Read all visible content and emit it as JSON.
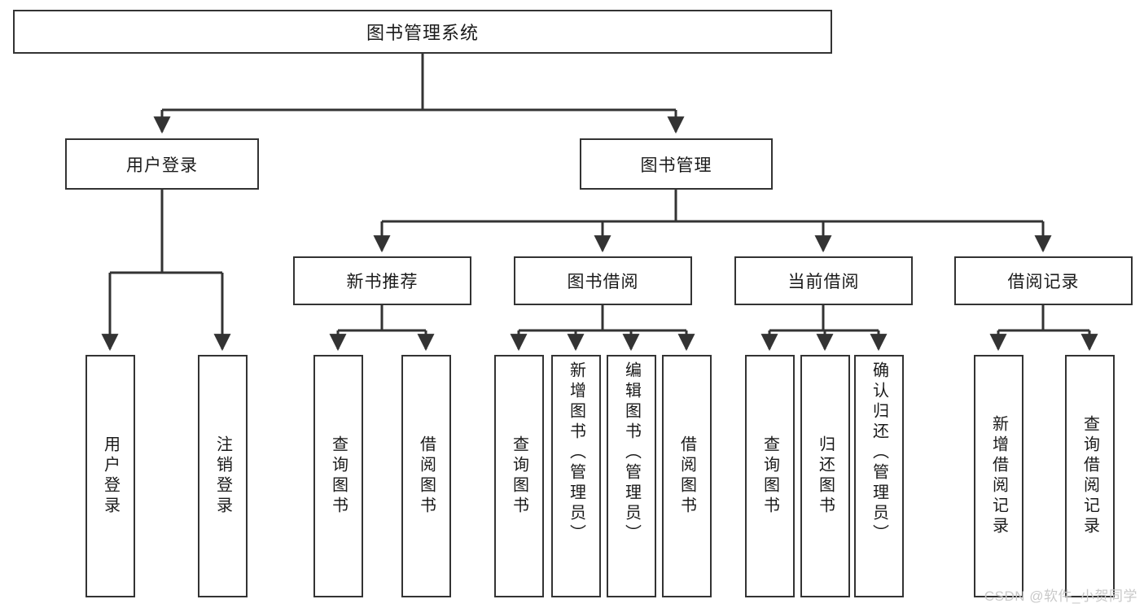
{
  "diagram": {
    "type": "tree-hierarchy",
    "title": "图书管理系统",
    "watermark": "CSDN @软件_小贺同学",
    "colors": {
      "box_border": "#333333",
      "box_fill": "#ffffff",
      "connector": "#333333",
      "text": "#1a1a1a",
      "watermark": "#c9c9c9"
    },
    "levels": {
      "level1": [
        {
          "id": "root",
          "label": "图书管理系统"
        }
      ],
      "level2": [
        {
          "id": "user-login",
          "label": "用户登录",
          "parent": "root"
        },
        {
          "id": "book-manage",
          "label": "图书管理",
          "parent": "root"
        }
      ],
      "level3": [
        {
          "id": "new-book-rec",
          "label": "新书推荐",
          "parent": "book-manage"
        },
        {
          "id": "book-borrow",
          "label": "图书借阅",
          "parent": "book-manage"
        },
        {
          "id": "current-borrow",
          "label": "当前借阅",
          "parent": "book-manage"
        },
        {
          "id": "borrow-record",
          "label": "借阅记录",
          "parent": "book-manage"
        }
      ],
      "leaves": [
        {
          "id": "leaf-user-login",
          "label": "用户登录",
          "parent": "user-login"
        },
        {
          "id": "leaf-user-logout",
          "label": "注销登录",
          "parent": "user-login"
        },
        {
          "id": "leaf-rec-query",
          "label": "查询图书",
          "parent": "new-book-rec"
        },
        {
          "id": "leaf-rec-borrow",
          "label": "借阅图书",
          "parent": "new-book-rec"
        },
        {
          "id": "leaf-borrow-query",
          "label": "查询图书",
          "parent": "book-borrow"
        },
        {
          "id": "leaf-borrow-add",
          "label": "新增图书（管理员）",
          "parent": "book-borrow"
        },
        {
          "id": "leaf-borrow-edit",
          "label": "编辑图书（管理员）",
          "parent": "book-borrow"
        },
        {
          "id": "leaf-borrow-lend",
          "label": "借阅图书",
          "parent": "book-borrow"
        },
        {
          "id": "leaf-cur-query",
          "label": "查询图书",
          "parent": "current-borrow"
        },
        {
          "id": "leaf-cur-return",
          "label": "归还图书",
          "parent": "current-borrow"
        },
        {
          "id": "leaf-cur-confirm",
          "label": "确认归还（管理员）",
          "parent": "current-borrow"
        },
        {
          "id": "leaf-rec-add",
          "label": "新增借阅记录",
          "parent": "borrow-record"
        },
        {
          "id": "leaf-rec-search",
          "label": "查询借阅记录",
          "parent": "borrow-record"
        }
      ]
    }
  }
}
